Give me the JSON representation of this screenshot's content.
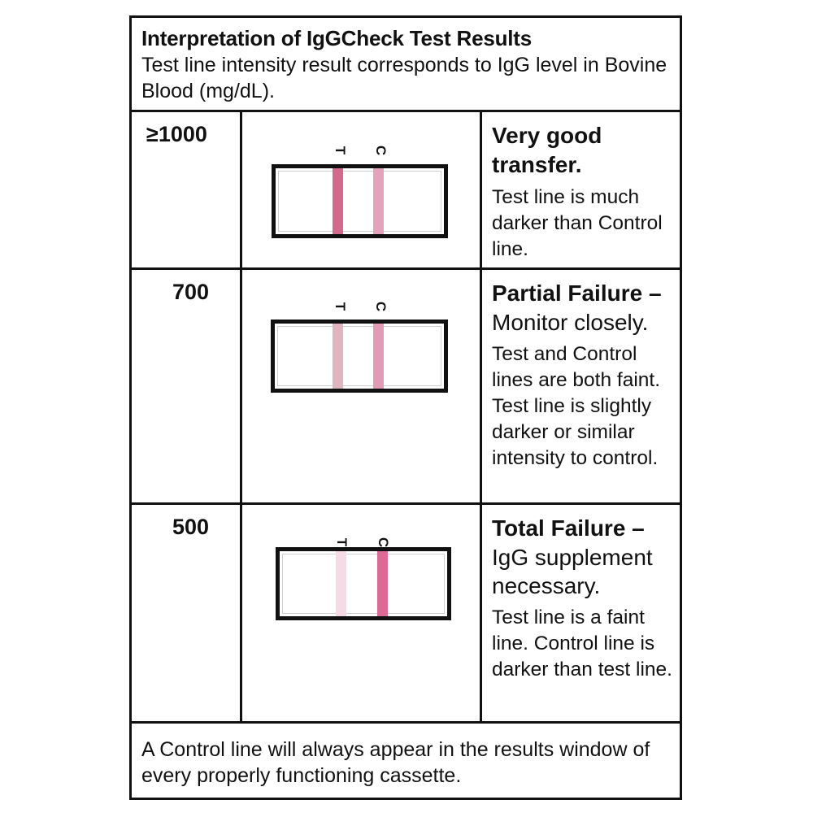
{
  "header": {
    "title": "Interpretation of IgGCheck Test Results",
    "subtitle": "Test line intensity result corresponds to IgG level in Bovine Blood (mg/dL)."
  },
  "cassette_labels": {
    "test": "T",
    "control": "C"
  },
  "rows": [
    {
      "level": "≥1000",
      "heading": "Very good transfer.",
      "heading_rest": "",
      "detail": "Test line is much darker than Control line.",
      "test_line_color": "#d4688f",
      "control_line_color": "#e3a3bb"
    },
    {
      "level": "700",
      "heading": "Partial Failure –",
      "heading_rest": "Monitor closely.",
      "detail": "Test and Control lines are both faint. Test line is slightly darker or similar intensity to control.",
      "test_line_color": "#dfb5bf",
      "control_line_color": "#e29ab5"
    },
    {
      "level": "500",
      "heading": "Total Failure –",
      "heading_rest": "IgG supplement necessary.",
      "detail": "Test line is a faint line. Control line is darker than test line.",
      "test_line_color": "#f6dbe7",
      "control_line_color": "#d96b94"
    }
  ],
  "footer": {
    "note": "A Control line will always appear in the results window of every properly functioning cassette."
  }
}
